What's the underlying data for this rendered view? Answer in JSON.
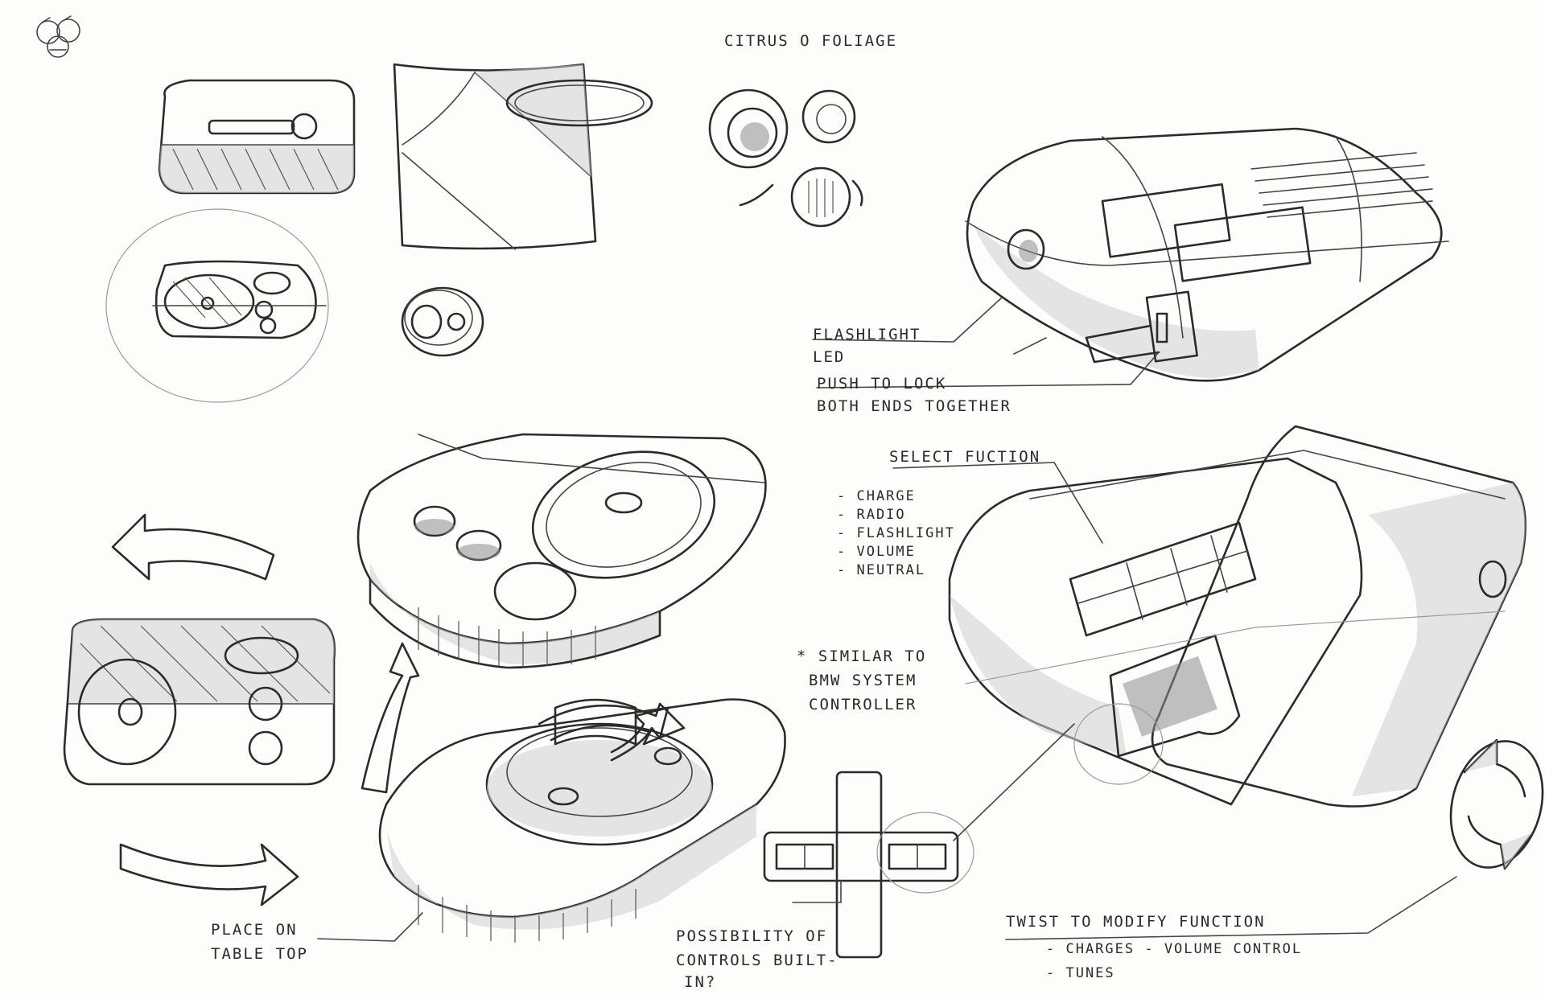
{
  "sheet": {
    "title": "CITRUS O FOLIAGE",
    "corner_mark": "logo-doodle-icon"
  },
  "annotations": {
    "flashlight_1": "FLASHLIGHT",
    "flashlight_2": "LED",
    "push_lock_1": "PUSH TO LOCK",
    "push_lock_2": "BOTH ENDS TOGETHER",
    "select_function": "SELECT FUCTION",
    "function_list": [
      "- CHARGE",
      "- RADIO",
      "- FLASHLIGHT",
      "- VOLUME",
      "- NEUTRAL"
    ],
    "similar_1": "* SIMILAR TO",
    "similar_2": "BMW SYSTEM",
    "similar_3": "CONTROLLER",
    "place_1": "PLACE ON",
    "place_2": "TABLE TOP",
    "possibility_1": "POSSIBILITY OF",
    "possibility_2": "CONTROLS BUILT-",
    "possibility_3": "IN?",
    "twist_1": "TWIST TO MODIFY FUNCTION",
    "twist_2": "- CHARGES  - VOLUME CONTROL",
    "twist_3": "- TUNES"
  },
  "style": {
    "paper": "#fdfdfc",
    "ink": "#2b2b2b",
    "marker_grey": "#cfcfcf"
  }
}
